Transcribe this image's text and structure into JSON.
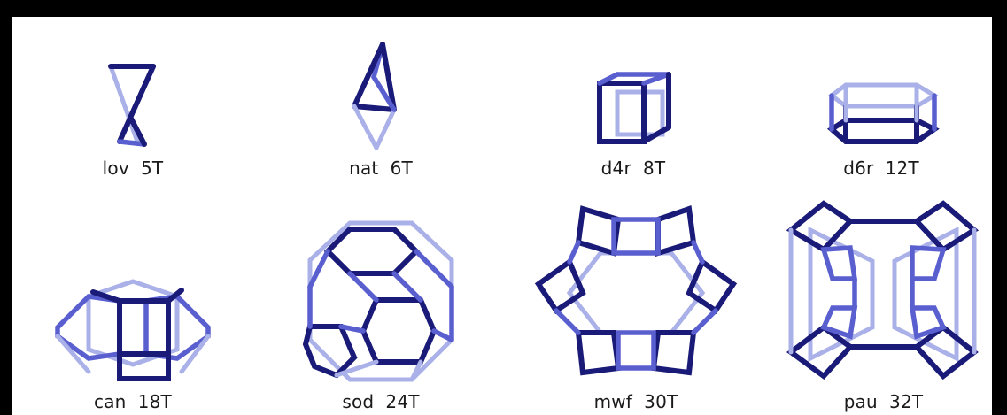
{
  "units": [
    {
      "name": "lov",
      "size": "5T",
      "text": "lov  5T"
    },
    {
      "name": "nat",
      "size": "6T",
      "text": "nat  6T"
    },
    {
      "name": "d4r",
      "size": "8T",
      "text": "d4r  8T"
    },
    {
      "name": "d6r",
      "size": "12T",
      "text": "d6r  12T"
    },
    {
      "name": "can",
      "size": "18T",
      "text": "can  18T"
    },
    {
      "name": "sod",
      "size": "24T",
      "text": "sod  24T"
    },
    {
      "name": "mwf",
      "size": "30T",
      "text": "mwf  30T"
    },
    {
      "name": "pau",
      "size": "32T",
      "text": "pau  32T"
    }
  ],
  "colors": {
    "frame": "#000000",
    "edge_front": "#1a1a78",
    "edge_mid": "#5a5fcf",
    "edge_back": "#aab0e8"
  }
}
